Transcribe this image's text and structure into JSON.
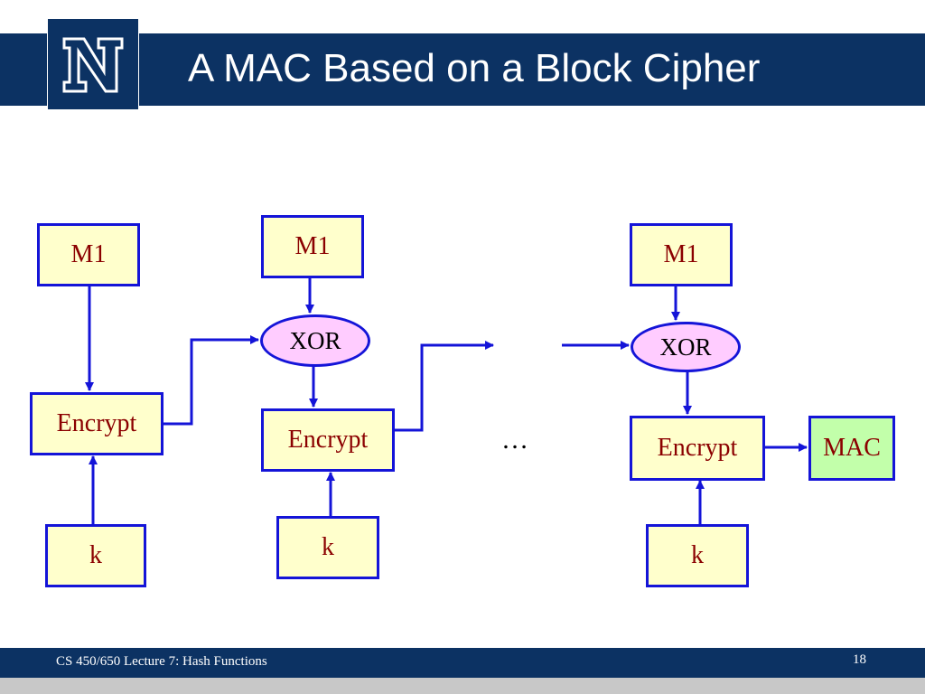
{
  "slide": {
    "title": "A MAC Based on a Block Cipher",
    "footer": "CS 450/650 Lecture 7: Hash Functions",
    "page_number": "18",
    "logo_icon": "university-n-logo-icon"
  },
  "diagram": {
    "stage1": {
      "message": "M1",
      "encrypt": "Encrypt",
      "key": "k"
    },
    "stage2": {
      "message": "M1",
      "xor": "XOR",
      "encrypt": "Encrypt",
      "key": "k"
    },
    "stage3": {
      "message": "M1",
      "xor": "XOR",
      "encrypt": "Encrypt",
      "key": "k",
      "output": "MAC"
    },
    "ellipsis": "…",
    "colors": {
      "box_fill": "#ffffcc",
      "xor_fill": "#ffccff",
      "mac_fill": "#c2ffaa",
      "line": "#1414d8",
      "text": "#8b0000"
    }
  }
}
